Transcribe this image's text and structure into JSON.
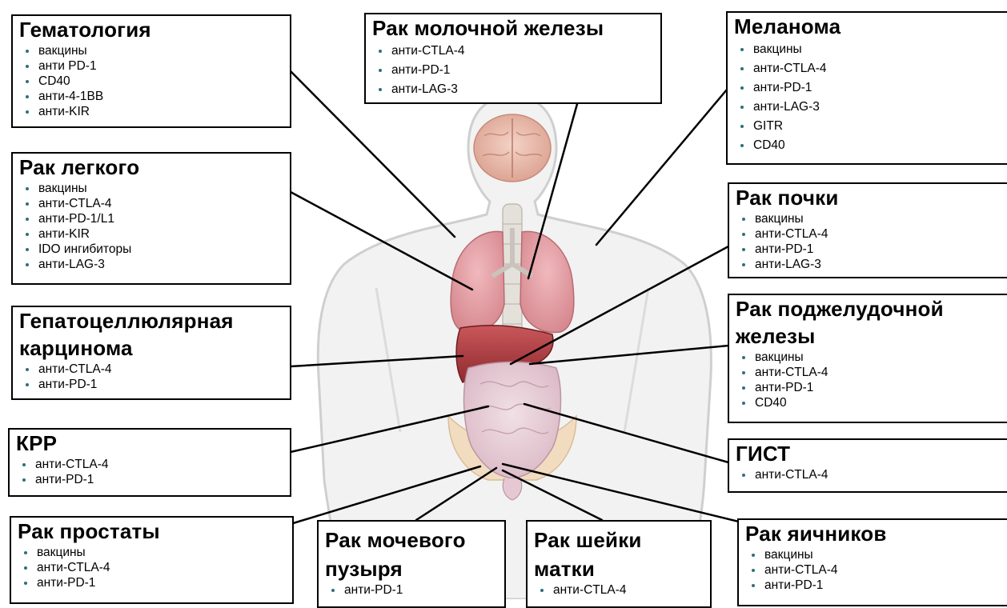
{
  "boxes": {
    "hematology": {
      "title": "Гематология",
      "items": [
        "вакцины",
        "анти PD-1",
        "CD40",
        "анти-4-1BB",
        "анти-KIR"
      ]
    },
    "lung": {
      "title": "Рак легкого",
      "items": [
        "вакцины",
        "анти-CTLA-4",
        "анти-PD-1/L1",
        "анти-KIR",
        "IDO ингибиторы",
        "анти-LAG-3"
      ]
    },
    "hcc": {
      "title_line1": "Гепатоцеллюлярная",
      "title_line2": "карцинома",
      "items": [
        "анти-CTLA-4",
        "анти-PD-1"
      ]
    },
    "crc": {
      "title": "КРР",
      "items": [
        "анти-CTLA-4",
        "анти-PD-1"
      ]
    },
    "prostate": {
      "title": "Рак простаты",
      "items": [
        "вакцины",
        "анти-CTLA-4",
        "анти-PD-1"
      ]
    },
    "breast": {
      "title": "Рак молочной железы",
      "items": [
        "анти-CTLA-4",
        "анти-PD-1",
        "анти-LAG-3"
      ]
    },
    "bladder": {
      "title_line1": "Рак мочевого",
      "title_line2": "пузыря",
      "items": [
        "анти-PD-1"
      ]
    },
    "cervix": {
      "title_line1": "Рак шейки",
      "title_line2": "матки",
      "items": [
        "анти-CTLA-4"
      ]
    },
    "melanoma": {
      "title": "Меланома",
      "items": [
        "вакцины",
        "анти-CTLA-4",
        "анти-PD-1",
        "анти-LAG-3",
        "GITR",
        "CD40"
      ]
    },
    "kidney": {
      "title": "Рак почки",
      "items": [
        "вакцины",
        "анти-CTLA-4",
        "анти-PD-1",
        "анти-LAG-3"
      ]
    },
    "pancreas": {
      "title_line1": "Рак поджелудочной",
      "title_line2": "железы",
      "items": [
        "вакцины",
        "анти-CTLA-4",
        "анти-PD-1",
        "CD40"
      ]
    },
    "gist": {
      "title": "ГИСТ",
      "items": [
        "анти-CTLA-4"
      ]
    },
    "ovarian": {
      "title": "Рак яичников",
      "items": [
        "вакцины",
        "анти-CTLA-4",
        "анти-PD-1"
      ]
    }
  },
  "colors": {
    "body_outline": "#cfcfcf",
    "brain": "#e9b9a8",
    "lungs": "#e29aa0",
    "liver": "#b23a3e",
    "intestine": "#e6c8d2",
    "pelvis": "#f2dcc0",
    "bullet": "#2f6f7a"
  }
}
